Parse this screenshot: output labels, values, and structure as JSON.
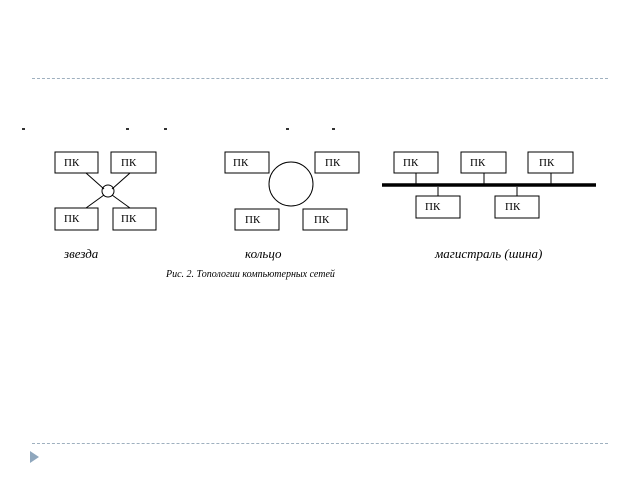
{
  "diagram": {
    "node_label": "ПК",
    "topologies": [
      {
        "name": "star",
        "label": "звезда"
      },
      {
        "name": "ring",
        "label": "кольцо"
      },
      {
        "name": "bus",
        "label": "магистраль (шина)"
      }
    ],
    "caption": "Рис. 2. Топологии компьютерных сетей"
  },
  "colors": {
    "rule": "#9fb0bf",
    "bullet": "#8fa7bd"
  }
}
